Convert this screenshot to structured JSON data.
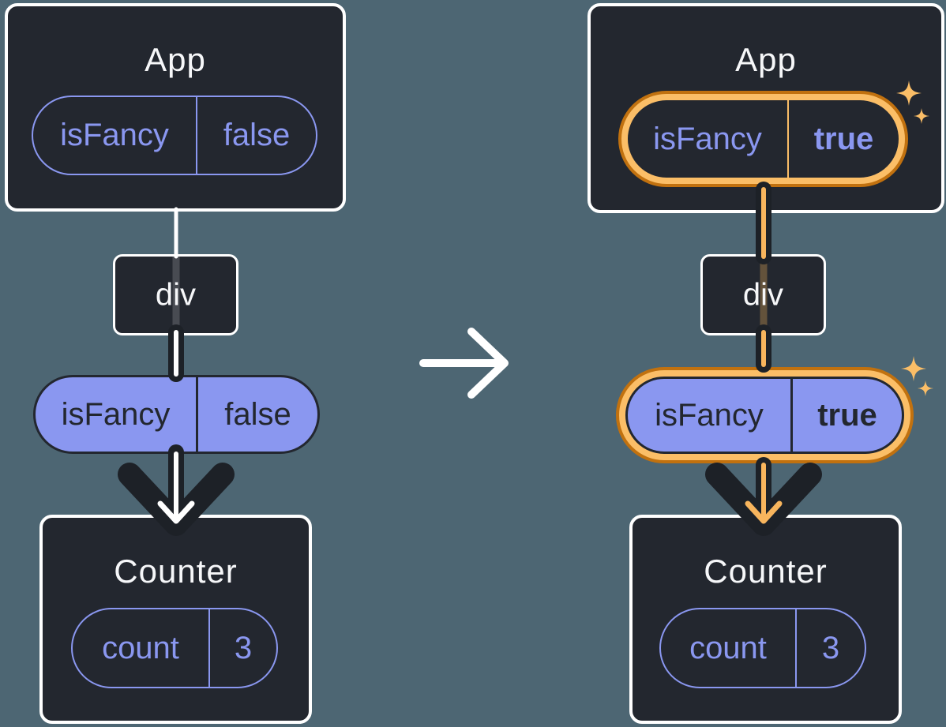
{
  "canvas": {
    "background": "#4d6673"
  },
  "colors": {
    "card_background": "#23272f",
    "card_border": "#ffffff",
    "title_text": "#f6f7f9",
    "purple": "#8a97f0",
    "dark_text_on_purple": "#23272f",
    "dark_flow_line": "#1d2127",
    "white_flow_line": "#ffffff",
    "highlight_ring_outer": "#c1710f",
    "highlight_ring_inner": "#fbbe67",
    "highlight_flow_line": "#f8b55d",
    "sparkle": "#fbbe67"
  },
  "before": {
    "app": {
      "title": "App",
      "prop_name": "isFancy",
      "prop_value": "false"
    },
    "div": {
      "label": "div"
    },
    "passed_prop": {
      "name": "isFancy",
      "value": "false"
    },
    "counter": {
      "title": "Counter",
      "state_name": "count",
      "state_value": "3"
    }
  },
  "after": {
    "app": {
      "title": "App",
      "prop_name": "isFancy",
      "prop_value": "true"
    },
    "div": {
      "label": "div"
    },
    "passed_prop": {
      "name": "isFancy",
      "value": "true"
    },
    "counter": {
      "title": "Counter",
      "state_name": "count",
      "state_value": "3"
    }
  }
}
